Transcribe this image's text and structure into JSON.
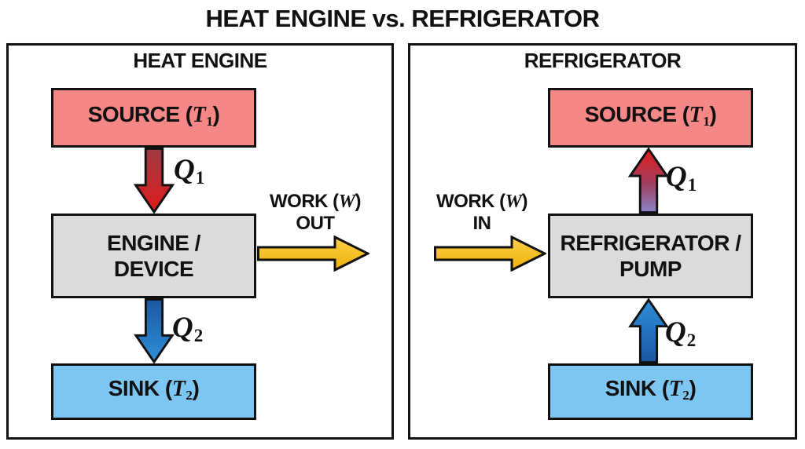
{
  "title": "HEAT ENGINE vs. REFRIGERATOR",
  "colors": {
    "outline": "#111111",
    "source_fill": "#F58787",
    "device_fill": "#DBDBDB",
    "sink_fill": "#7EC6F2",
    "work_top": "#FFD24A",
    "work_bottom": "#EDAF07",
    "hot_dark": "#9C3A42",
    "hot_bright": "#E01C1C",
    "hot_purple": "#8A84C6",
    "cold_dark": "#1B57A0",
    "cold_light": "#2F8FD9"
  },
  "panels": {
    "left": {
      "heading": "HEAT ENGINE",
      "source": {
        "prefix": "SOURCE (",
        "symbol": "T",
        "sub": "1",
        "suffix": ")"
      },
      "q1": {
        "symbol": "Q",
        "sub": "1"
      },
      "device": {
        "line1": "ENGINE /",
        "line2": "DEVICE"
      },
      "work": {
        "prefix": "WORK (",
        "symbol": "W",
        "suffix": ")",
        "direction": "OUT"
      },
      "q2": {
        "symbol": "Q",
        "sub": "2"
      },
      "sink": {
        "prefix": "SINK (",
        "symbol": "T",
        "sub": "2",
        "suffix": ")"
      }
    },
    "right": {
      "heading": "REFRIGERATOR",
      "source": {
        "prefix": "SOURCE (",
        "symbol": "T",
        "sub": "1",
        "suffix": ")"
      },
      "q1": {
        "symbol": "Q",
        "sub": "1"
      },
      "device": {
        "line1": "REFRIGERATOR /",
        "line2": "PUMP"
      },
      "work": {
        "prefix": "WORK (",
        "symbol": "W",
        "suffix": ")",
        "direction": "IN"
      },
      "q2": {
        "symbol": "Q",
        "sub": "2"
      },
      "sink": {
        "prefix": "SINK (",
        "symbol": "T",
        "sub": "2",
        "suffix": ")"
      }
    }
  }
}
